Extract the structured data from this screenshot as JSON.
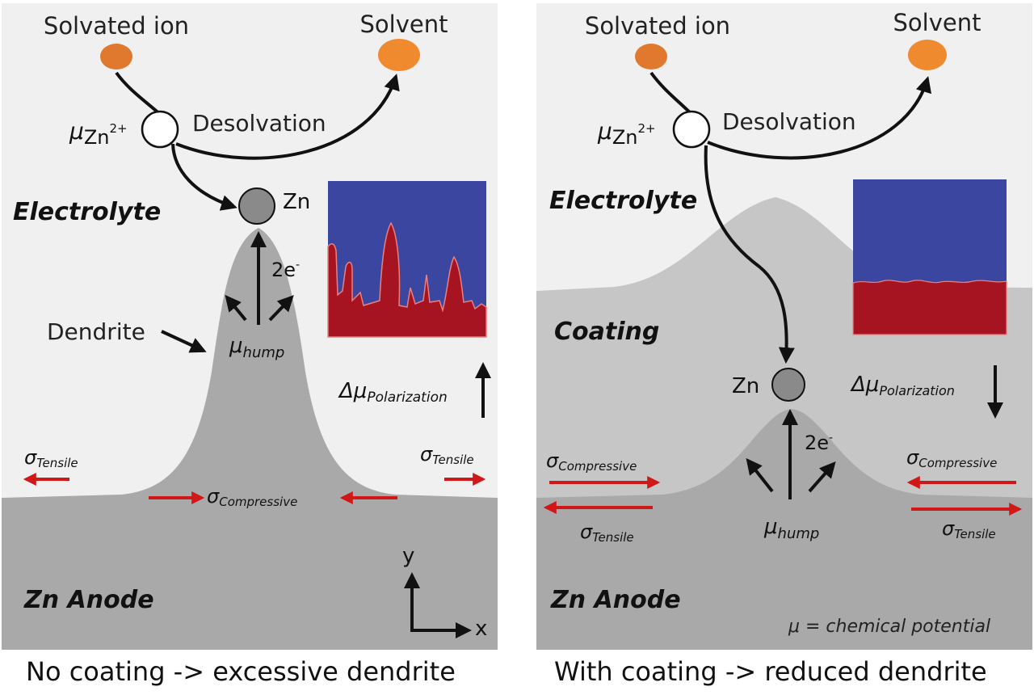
{
  "panels": {
    "left": {
      "solvated_ion": "Solvated ion",
      "solvent": "Solvent",
      "mu_symbol": "μ",
      "mu_sub": "Zn",
      "mu_sup": "2+",
      "desolvation": "Desolvation",
      "electrolyte": "Electrolyte",
      "zn_atom": "Zn",
      "electrons": "2e",
      "electrons_sup": "-",
      "dendrite": "Dendrite",
      "mu_hump_symbol": "μ",
      "mu_hump_sub": "hump",
      "delta_mu_symbol": "Δμ",
      "delta_mu_sub": "Polarization",
      "sigma_tensile_left_sub": "Tensile",
      "sigma_tensile_right_sub": "Tensile",
      "sigma_compressive_sub": "Compressive",
      "sigma_symbol": "σ",
      "anode": "Zn Anode",
      "axis_y": "y",
      "axis_x": "x",
      "caption": "No coating -> excessive dendrite"
    },
    "right": {
      "solvated_ion": "Solvated ion",
      "solvent": "Solvent",
      "mu_symbol": "μ",
      "mu_sub": "Zn",
      "mu_sup": "2+",
      "desolvation": "Desolvation",
      "electrolyte": "Electrolyte",
      "coating": "Coating",
      "zn_atom": "Zn",
      "electrons": "2e",
      "electrons_sup": "-",
      "mu_hump_symbol": "μ",
      "mu_hump_sub": "hump",
      "delta_mu_symbol": "Δμ",
      "delta_mu_sub": "Polarization",
      "sigma_symbol": "σ",
      "sigma_compressive_left_sub": "Compressive",
      "sigma_tensile_left_sub": "Tensile",
      "sigma_compressive_right_sub": "Compressive",
      "sigma_tensile_right_sub": "Tensile",
      "anode": "Zn Anode",
      "mu_definition": "μ = chemical potential",
      "caption": "With coating -> reduced dendrite"
    }
  },
  "colors": {
    "background": "#f0f0f0",
    "anode": "#a9a9a9",
    "coating": "#c6c6c6",
    "ion": "#e0782e",
    "zn_atom": "#8a8a8a",
    "arrow_red": "#d01818",
    "sim_blue": "#3a46a0",
    "sim_red": "#a51420"
  }
}
